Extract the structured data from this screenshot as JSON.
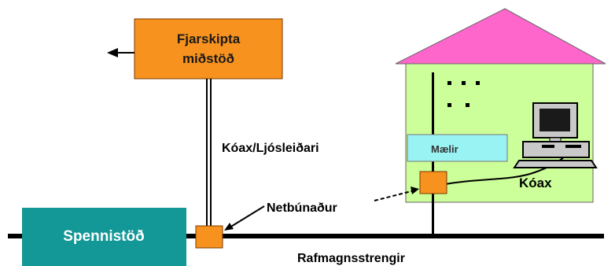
{
  "labels": {
    "telecom_center_line1": "Fjarskipta",
    "telecom_center_line2": "miðstöð",
    "substation": "Spennistöð",
    "coax_fiber": "Kóax/Ljósleiðari",
    "network_equipment": "Netbúnaður",
    "meter": "Mælir",
    "coax": "Kóax",
    "power_lines": "Rafmagnsstrengir"
  },
  "colors": {
    "orange_box": "#f7921e",
    "orange_border": "#7a3a00",
    "teal_box": "#139797",
    "roof": "#ff66cc",
    "house_wall": "#ccff99",
    "meter_box": "#9af3f3",
    "line": "#000000",
    "computer_body": "#c9c9c9",
    "computer_screen": "#1a1a1a"
  },
  "icons": {
    "arrow": "arrow-left-icon",
    "computer": "computer-icon",
    "connector": "connector-square-icon"
  }
}
